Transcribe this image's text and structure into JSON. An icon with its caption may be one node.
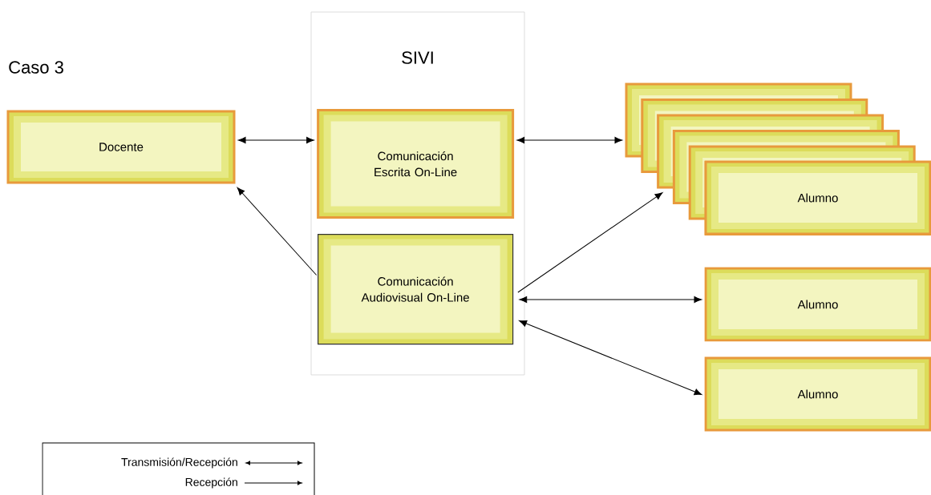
{
  "diagram": {
    "nodes": [
      {
        "text": [
          "SIVI"
        ]
      },
      {
        "text": [
          "Comunicación Escrita On-Line"
        ],
        "in": 0
      },
      {
        "text": [
          "Comunicación Audiovisual On-Line"
        ],
        "in": 0
      },
      {
        "text": [
          "Docente"
        ]
      },
      {
        "text": [],
        "shape": "box"
      },
      {
        "text": [],
        "shape": "box"
      },
      {
        "text": [],
        "shape": "box"
      },
      {
        "text": [],
        "shape": "box"
      },
      {
        "text": [],
        "shape": "box"
      },
      {
        "text": [],
        "shape": "box"
      },
      {
        "text": [
          "Alumno"
        ]
      },
      {
        "text": [
          "Alumno"
        ]
      },
      {
        "text": [
          "Alumno"
        ]
      }
    ],
    "edges": [
      {
        "from": 3,
        "to": 1,
        "arrow": "both"
      },
      {
        "from": 2,
        "to": 3,
        "arrow": "to"
      },
      {
        "from": 1,
        "to": 4,
        "arrow": "both"
      },
      {
        "from": 2,
        "to": 6,
        "arrow": "to"
      },
      {
        "from": 2,
        "to": 11,
        "arrow": "both"
      },
      {
        "from": 2,
        "to": 12,
        "arrow": "both"
      }
    ],
    "labels": [
      "Caso 3"
    ],
    "legend": [
      {
        "text": "Transmisión/Recepción"
      },
      {
        "text": "Recepción"
      }
    ]
  }
}
